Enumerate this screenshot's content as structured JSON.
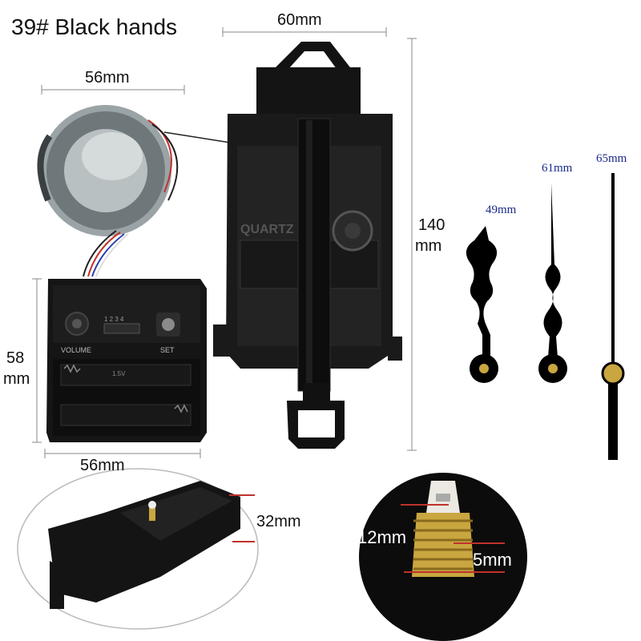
{
  "title": "39# Black hands",
  "dimensions": {
    "movement_width": "60mm",
    "movement_height_value": "140",
    "movement_height_unit": "mm",
    "speaker_diameter": "56mm",
    "box_height_value": "58",
    "box_height_unit": "mm",
    "box_width": "56mm",
    "movement_depth": "32mm",
    "shaft_length": "12mm",
    "thread_length": "5mm"
  },
  "hands": {
    "hour": "49mm",
    "minute": "61mm",
    "second": "65mm"
  },
  "embossed": {
    "quartz": "QUARTZ",
    "volume": "VOLUME",
    "set": "SET",
    "switch_positions": "1 2 3 4",
    "battery_label": "1.5V"
  },
  "colors": {
    "hand_label_blue": "#1a2a8a",
    "plastic_black": "#111111",
    "brass": "#c9a640"
  }
}
